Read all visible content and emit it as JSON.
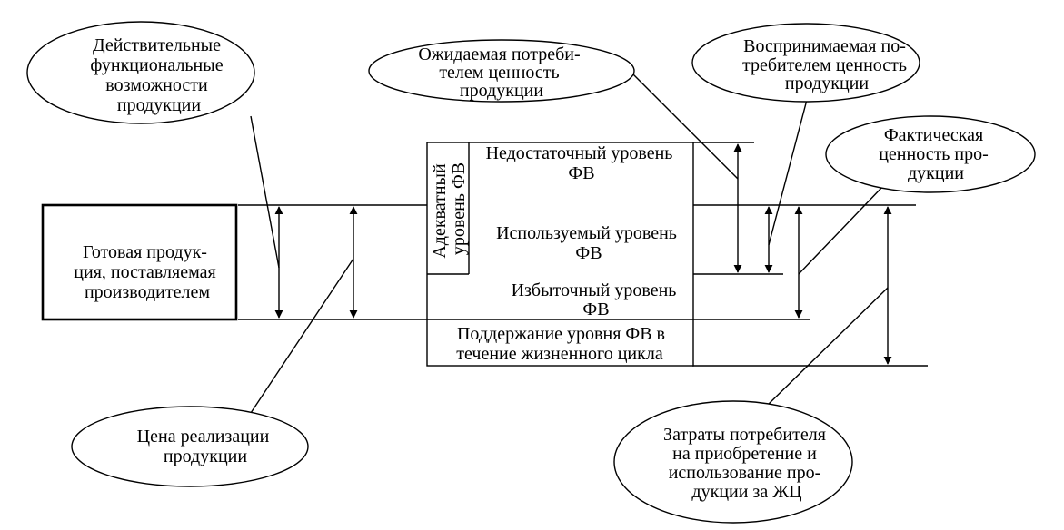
{
  "product_box": [
    "Готовая продук-",
    "ция, поставляемая",
    "производителем"
  ],
  "fv_table": {
    "adequate_label": [
      "Адекватный",
      "уровень ФВ"
    ],
    "insufficient": [
      "Недостаточный уровень",
      "ФВ"
    ],
    "used": [
      "Используемый уровень",
      "ФВ"
    ],
    "excess": [
      "Избыточный уровень",
      "ФВ"
    ],
    "lifecycle": [
      "Поддержание уровня ФВ в",
      "течение жизненного цикла"
    ]
  },
  "ellipses": {
    "actual_capabilities": [
      "Действительные",
      "функциональные",
      "возможности",
      "продукции"
    ],
    "expected_value": [
      "Ожидаемая потреби-",
      "телем ценность",
      "продукции"
    ],
    "perceived_value": [
      "Воспринимаемая по-",
      "требителем ценность",
      "продукции"
    ],
    "actual_value": [
      "Фактическая",
      "ценность про-",
      "дукции"
    ],
    "sale_price": [
      "Цена реализации",
      "продукции"
    ],
    "consumer_costs": [
      "Затраты потребителя",
      "на приобретение и",
      "использование про-",
      "дукции за ЖЦ"
    ]
  }
}
